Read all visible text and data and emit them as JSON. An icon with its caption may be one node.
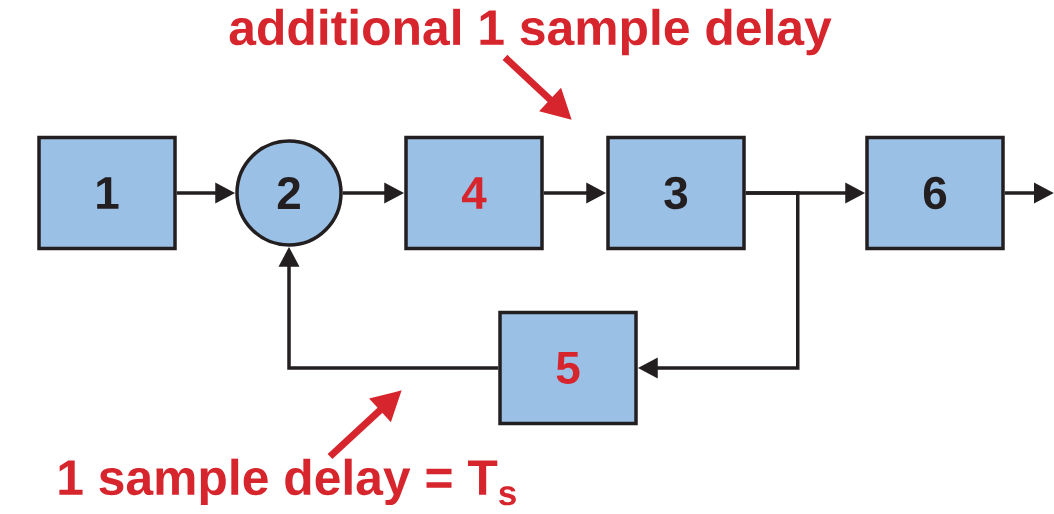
{
  "diagram": {
    "nodes": [
      {
        "text": [
          "1"
        ]
      },
      {
        "text": [
          "2"
        ]
      },
      {
        "text": [
          "4"
        ]
      },
      {
        "text": [
          "3"
        ]
      },
      {
        "text": [
          "6"
        ]
      },
      {
        "text": [
          "5"
        ]
      },
      {
        "text": [
          "additional 1 sample delay"
        ]
      },
      {
        "text": [
          "1 sample delay = T$_{s}$"
        ]
      }
    ],
    "edges": [
      {
        "from": 0,
        "to": 1,
        "arrow": "to"
      },
      {
        "from": 1,
        "to": 2,
        "arrow": "to"
      },
      {
        "from": 2,
        "to": 3,
        "arrow": "to"
      },
      {
        "from": 3,
        "to": 4,
        "arrow": "to"
      },
      {
        "from": 4,
        "to": null,
        "arrow": "to"
      },
      {
        "from": 3,
        "to": 5,
        "arrow": "to"
      },
      {
        "from": 5,
        "to": 1,
        "arrow": "to"
      },
      {
        "from": 6,
        "to": null,
        "arrow": "to",
        "style": "thick",
        "color": "#d7252d"
      },
      {
        "from": 7,
        "to": null,
        "arrow": "to",
        "style": "thick",
        "color": "#d7252d"
      }
    ]
  }
}
